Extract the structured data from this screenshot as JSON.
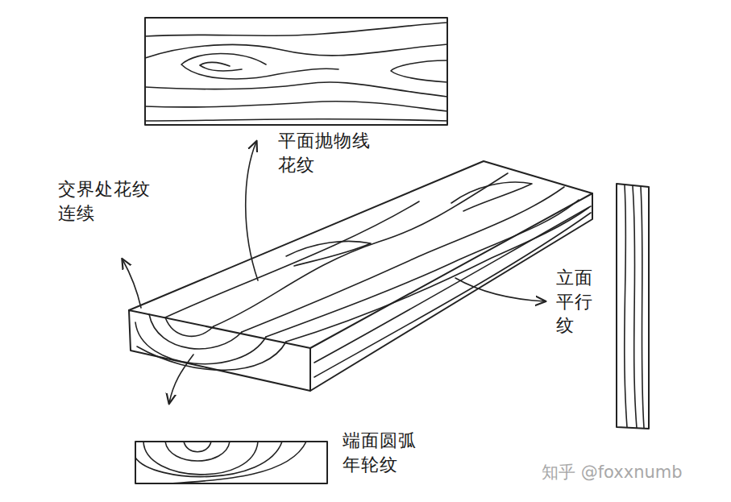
{
  "diagram": {
    "labels": [
      "平面抛物线花纹",
      "交界处花纹连续",
      "立面平行纹",
      "端面圆弧年轮纹",
      "知乎 @foxxnumb"
    ]
  }
}
